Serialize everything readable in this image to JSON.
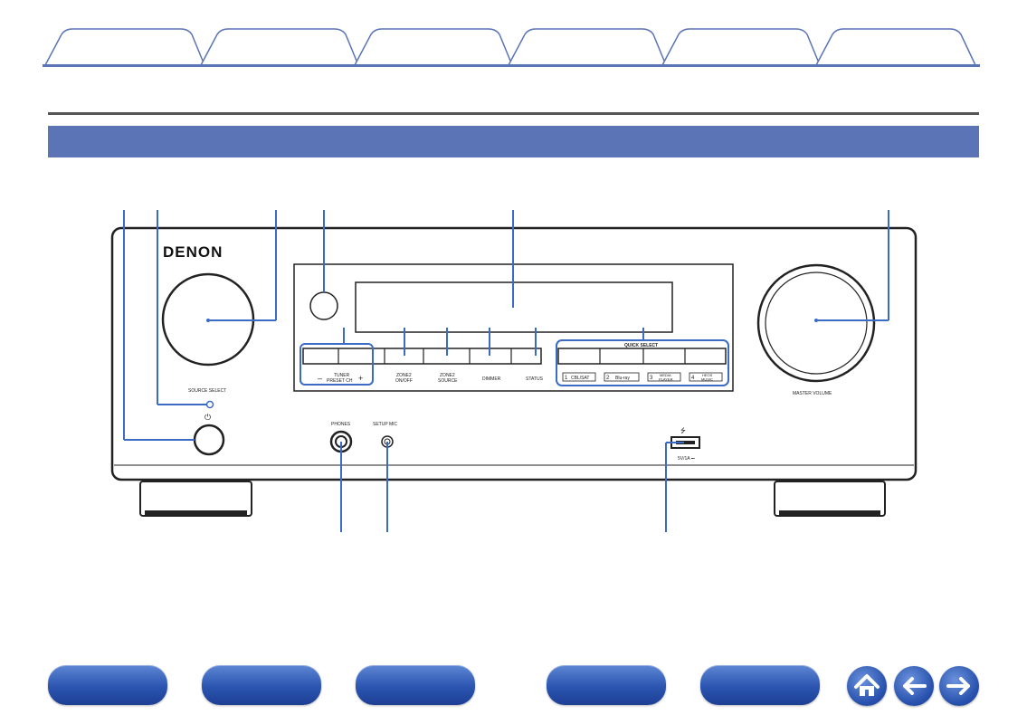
{
  "top_tabs": [
    {
      "label": ""
    },
    {
      "label": ""
    },
    {
      "label": ""
    },
    {
      "label": ""
    },
    {
      "label": ""
    },
    {
      "label": ""
    }
  ],
  "colors": {
    "accent_blue": "#5b74b6",
    "callout_blue": "#3c6bc4",
    "nav_button_blue": "#2b55b0"
  },
  "device": {
    "brand": "DENON",
    "source_select_label": "SOURCE SELECT",
    "power_symbol": "⏻",
    "phones_label": "PHONES",
    "setup_mic_label": "SETUP MIC",
    "usb_symbol": "⭍",
    "usb_rating": "5V/1A ⎓",
    "master_volume_label": "MASTER VOLUME",
    "quick_select_label": "QUICK SELECT",
    "tuner_minus": "–",
    "tuner_label_1": "TUNER",
    "tuner_label_2": "PRESET CH",
    "tuner_plus": "+",
    "zone2_onoff_1": "ZONE2",
    "zone2_onoff_2": "ON/OFF",
    "zone2_source_1": "ZONE2",
    "zone2_source_2": "SOURCE",
    "dimmer_label": "DIMMER",
    "status_label": "STATUS",
    "quick_1_num": "1",
    "quick_1_label": "CBL/SAT",
    "quick_2_num": "2",
    "quick_2_label": "Blu-ray",
    "quick_3_num": "3",
    "quick_3_label_1": "MEDIA",
    "quick_3_label_2": "PLAYER",
    "quick_4_num": "4",
    "quick_4_label_1": "HEOS",
    "quick_4_label_2": "MUSIC"
  },
  "bottom_nav": [
    {
      "label": ""
    },
    {
      "label": ""
    },
    {
      "label": ""
    },
    {
      "label": ""
    },
    {
      "label": ""
    }
  ],
  "icons": {
    "home": "home-icon",
    "back": "arrow-left-icon",
    "forward": "arrow-right-icon"
  }
}
